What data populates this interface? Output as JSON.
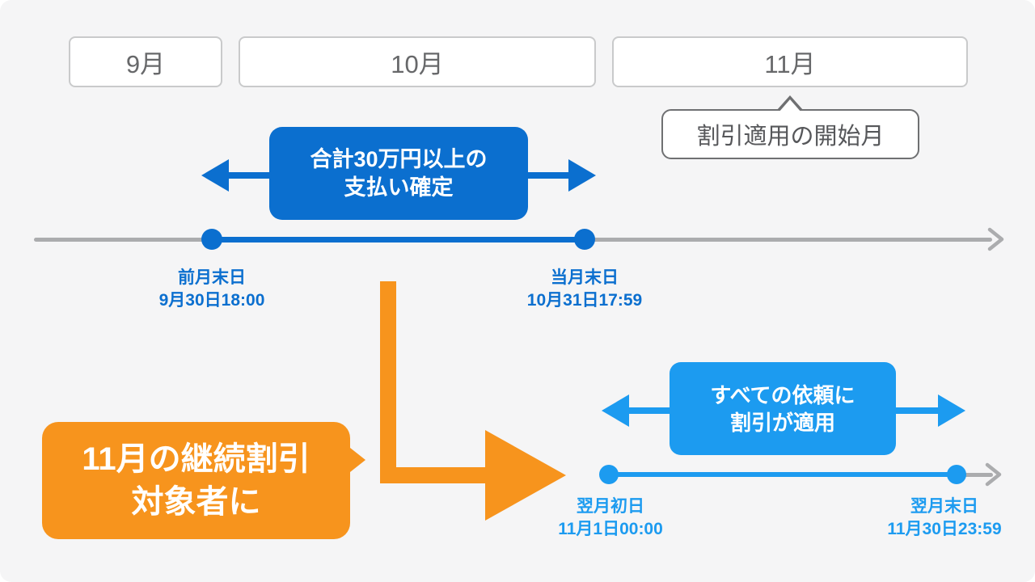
{
  "months": [
    {
      "label": "9月"
    },
    {
      "label": "10月"
    },
    {
      "label": "11月"
    }
  ],
  "callout": {
    "text": "割引適用の開始月"
  },
  "payment_banner": {
    "line1": "合計30万円以上の",
    "line2": "支払い確定"
  },
  "eligibility_banner": {
    "line1": "11月の継続割引",
    "line2": "対象者に"
  },
  "discount_banner": {
    "line1": "すべての依頼に",
    "line2": "割引が適用"
  },
  "timeline_payment": {
    "start": {
      "title": "前月末日",
      "datetime": "9月30日18:00"
    },
    "end": {
      "title": "当月末日",
      "datetime": "10月31日17:59"
    }
  },
  "timeline_discount": {
    "start": {
      "title": "翌月初日",
      "datetime": "11月1日00:00"
    },
    "end": {
      "title": "翌月末日",
      "datetime": "11月30日23:59"
    }
  },
  "colors": {
    "dark_blue": "#0B6FCF",
    "bright_blue": "#1C9BF0",
    "orange": "#F7941D",
    "gray_line": "#ABACAE",
    "canvas": "#F5F5F6"
  }
}
